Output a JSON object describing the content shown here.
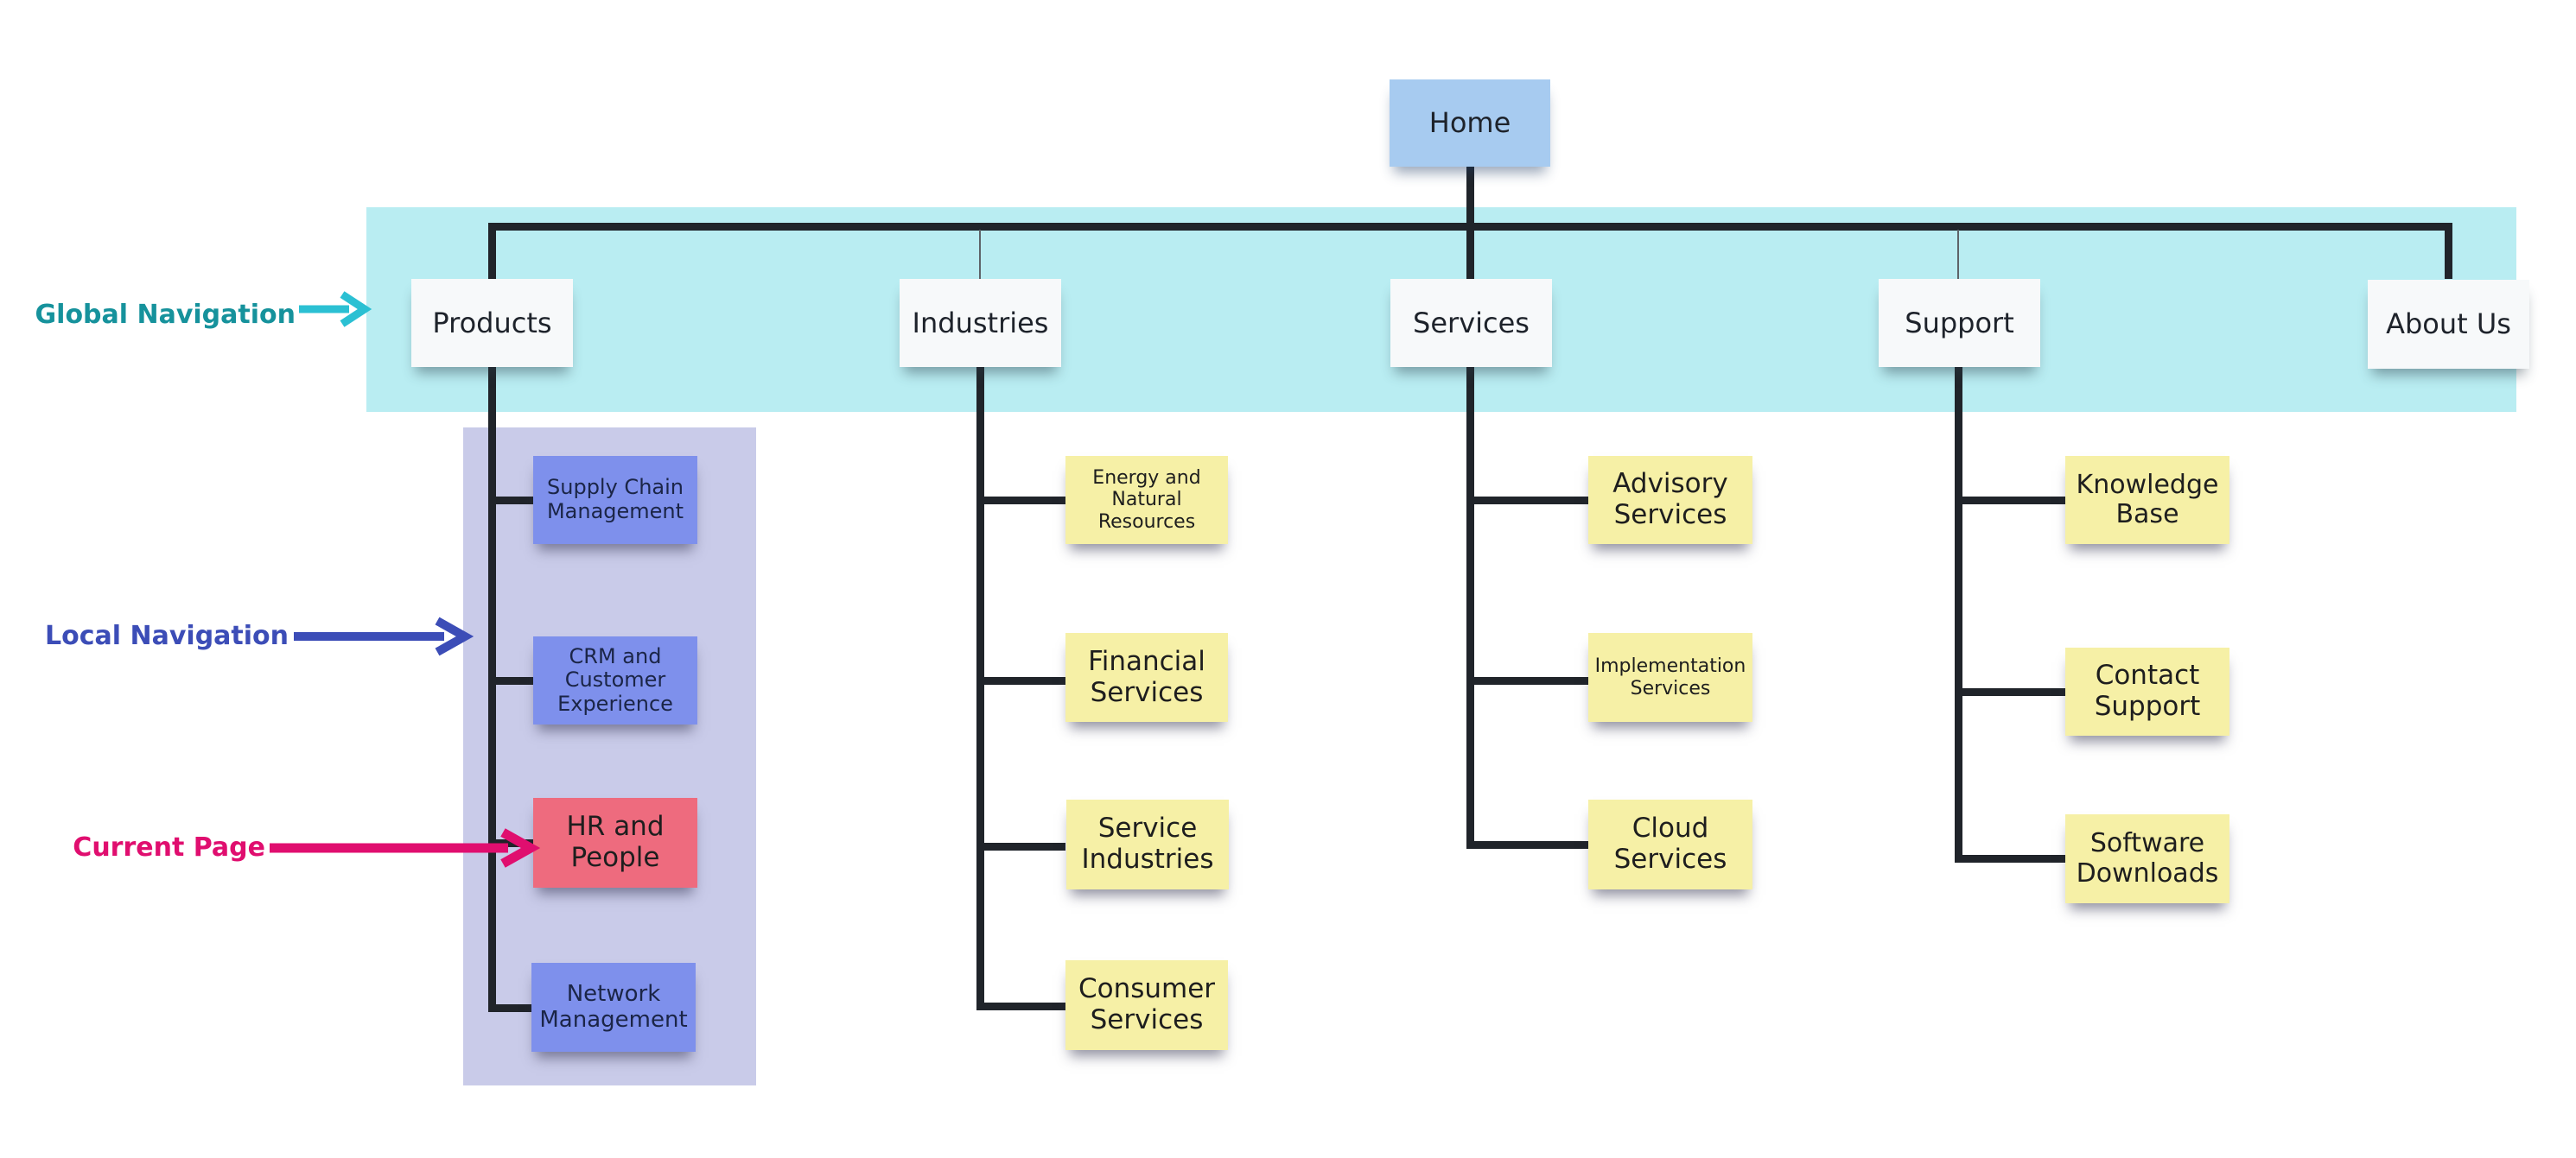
{
  "home": {
    "label": "Home"
  },
  "legend": {
    "global": {
      "label": "Global Navigation",
      "color": "#16929C",
      "arrow_color": "#2BC0D3"
    },
    "local": {
      "label": "Local Navigation",
      "color": "#3C4DB7",
      "arrow_color": "#3C4DB7"
    },
    "current": {
      "label": "Current Page",
      "color": "#E00E6F",
      "arrow_color": "#E00E6F"
    }
  },
  "nav": [
    {
      "label": "Products",
      "children": [
        {
          "label": "Supply Chain Management",
          "style": "local-page"
        },
        {
          "label": "CRM and Customer Experience",
          "style": "local-page"
        },
        {
          "label": "HR and People",
          "style": "current-page"
        },
        {
          "label": "Network Management",
          "style": "local-page"
        }
      ]
    },
    {
      "label": "Industries",
      "children": [
        {
          "label": "Energy and Natural Resources",
          "style": "page"
        },
        {
          "label": "Financial Services",
          "style": "page"
        },
        {
          "label": "Service Industries",
          "style": "page"
        },
        {
          "label": "Consumer Services",
          "style": "page"
        }
      ]
    },
    {
      "label": "Services",
      "children": [
        {
          "label": "Advisory Services",
          "style": "page"
        },
        {
          "label": "Implementation Services",
          "style": "page"
        },
        {
          "label": "Cloud Services",
          "style": "page"
        }
      ]
    },
    {
      "label": "Support",
      "children": [
        {
          "label": "Knowledge Base",
          "style": "page"
        },
        {
          "label": "Contact Support",
          "style": "page"
        },
        {
          "label": "Software Downloads",
          "style": "page"
        }
      ]
    },
    {
      "label": "About Us",
      "children": []
    }
  ],
  "colors": {
    "global_nav_band": "#B9EDF2",
    "local_nav_panel": "#C9CBE9",
    "local_page_note": "#7E90EC",
    "current_page_note": "#EE6B7E",
    "page_note": "#F6F0A6",
    "nav_node": "#F7F9FA",
    "home_node": "#A7CBF0",
    "connector": "#20242A"
  }
}
